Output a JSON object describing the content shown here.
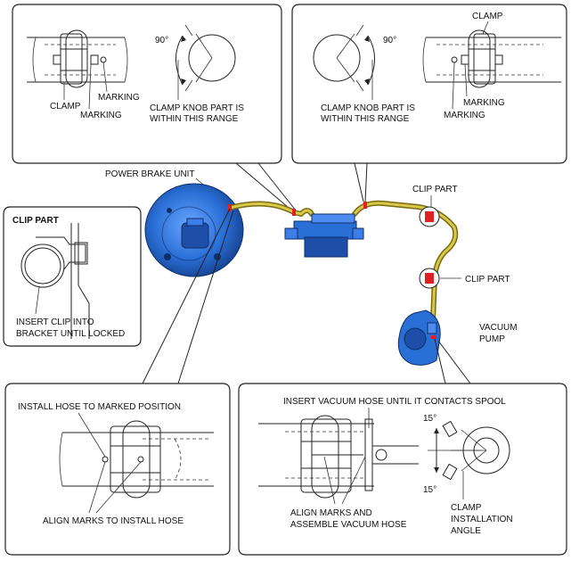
{
  "labels": {
    "top_left": {
      "clamp": "CLAMP",
      "marking1": "MARKING",
      "marking2": "MARKING",
      "angle": "90°",
      "range1": "CLAMP KNOB PART IS",
      "range2": "WITHIN THIS RANGE"
    },
    "top_right": {
      "clamp": "CLAMP",
      "marking1": "MARKING",
      "marking2": "MARKING",
      "angle": "90°",
      "range1": "CLAMP KNOB PART IS",
      "range2": "WITHIN THIS RANGE"
    },
    "power_brake_unit": "POWER BRAKE UNIT",
    "clip_part_1": "CLIP PART",
    "clip_part_2": "CLIP PART",
    "vacuum_pump1": "VACUUM",
    "vacuum_pump2": "PUMP",
    "clip_box": {
      "title": "CLIP PART",
      "insert1": "INSERT CLIP INTO",
      "insert2": "BRACKET UNTIL LOCKED"
    },
    "bottom_left": {
      "install": "INSTALL HOSE TO MARKED POSITION",
      "align": "ALIGN MARKS TO INSTALL HOSE"
    },
    "bottom_right": {
      "insert": "INSERT VACUUM HOSE UNTIL IT CONTACTS SPOOL",
      "align1": "ALIGN MARKS AND",
      "align2": "ASSEMBLE VACUUM HOSE",
      "angle_top": "15°",
      "angle_bottom": "15°",
      "clamp1": "CLAMP",
      "clamp2": "INSTALLATION",
      "clamp3": "ANGLE"
    }
  },
  "colors": {
    "component_blue": "#2a6fd6",
    "hose": "#c8b536",
    "clip_red": "#e02020"
  }
}
